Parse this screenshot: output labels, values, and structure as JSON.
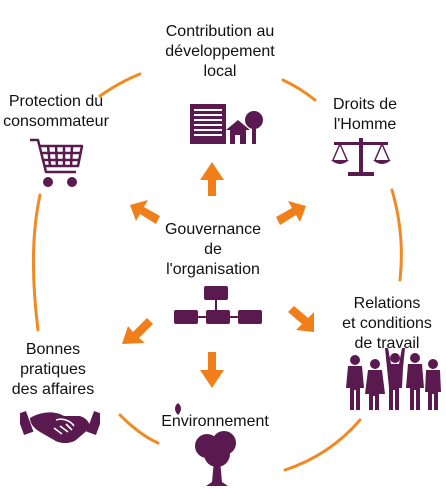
{
  "center": {
    "lines": [
      "Gouvernance",
      "de",
      "l'organisation"
    ]
  },
  "themes": {
    "development": {
      "lines": [
        "Contribution au",
        "développement",
        "local"
      ]
    },
    "human_rights": {
      "lines": [
        "Droits de",
        "l'Homme"
      ]
    },
    "labour": {
      "lines": [
        "Relations",
        "et  conditions",
        "de travail"
      ]
    },
    "environment": {
      "lines": [
        "Environnement"
      ]
    },
    "fair_practices": {
      "lines": [
        "Bonnes",
        "pratiques",
        "des affaires"
      ]
    },
    "consumer": {
      "lines": [
        "Protection du",
        "consommateur"
      ]
    }
  },
  "colors": {
    "ring": "#f08a24",
    "arrow": "#f07f1a",
    "icon": "#5b1a4f",
    "text": "#111111"
  },
  "icons": {
    "development": "building-with-tree-icon",
    "human_rights": "scales-icon",
    "labour": "people-group-icon",
    "environment": "tree-icon",
    "fair_practices": "handshake-icon",
    "consumer": "shopping-cart-icon",
    "center": "org-chart-icon"
  }
}
